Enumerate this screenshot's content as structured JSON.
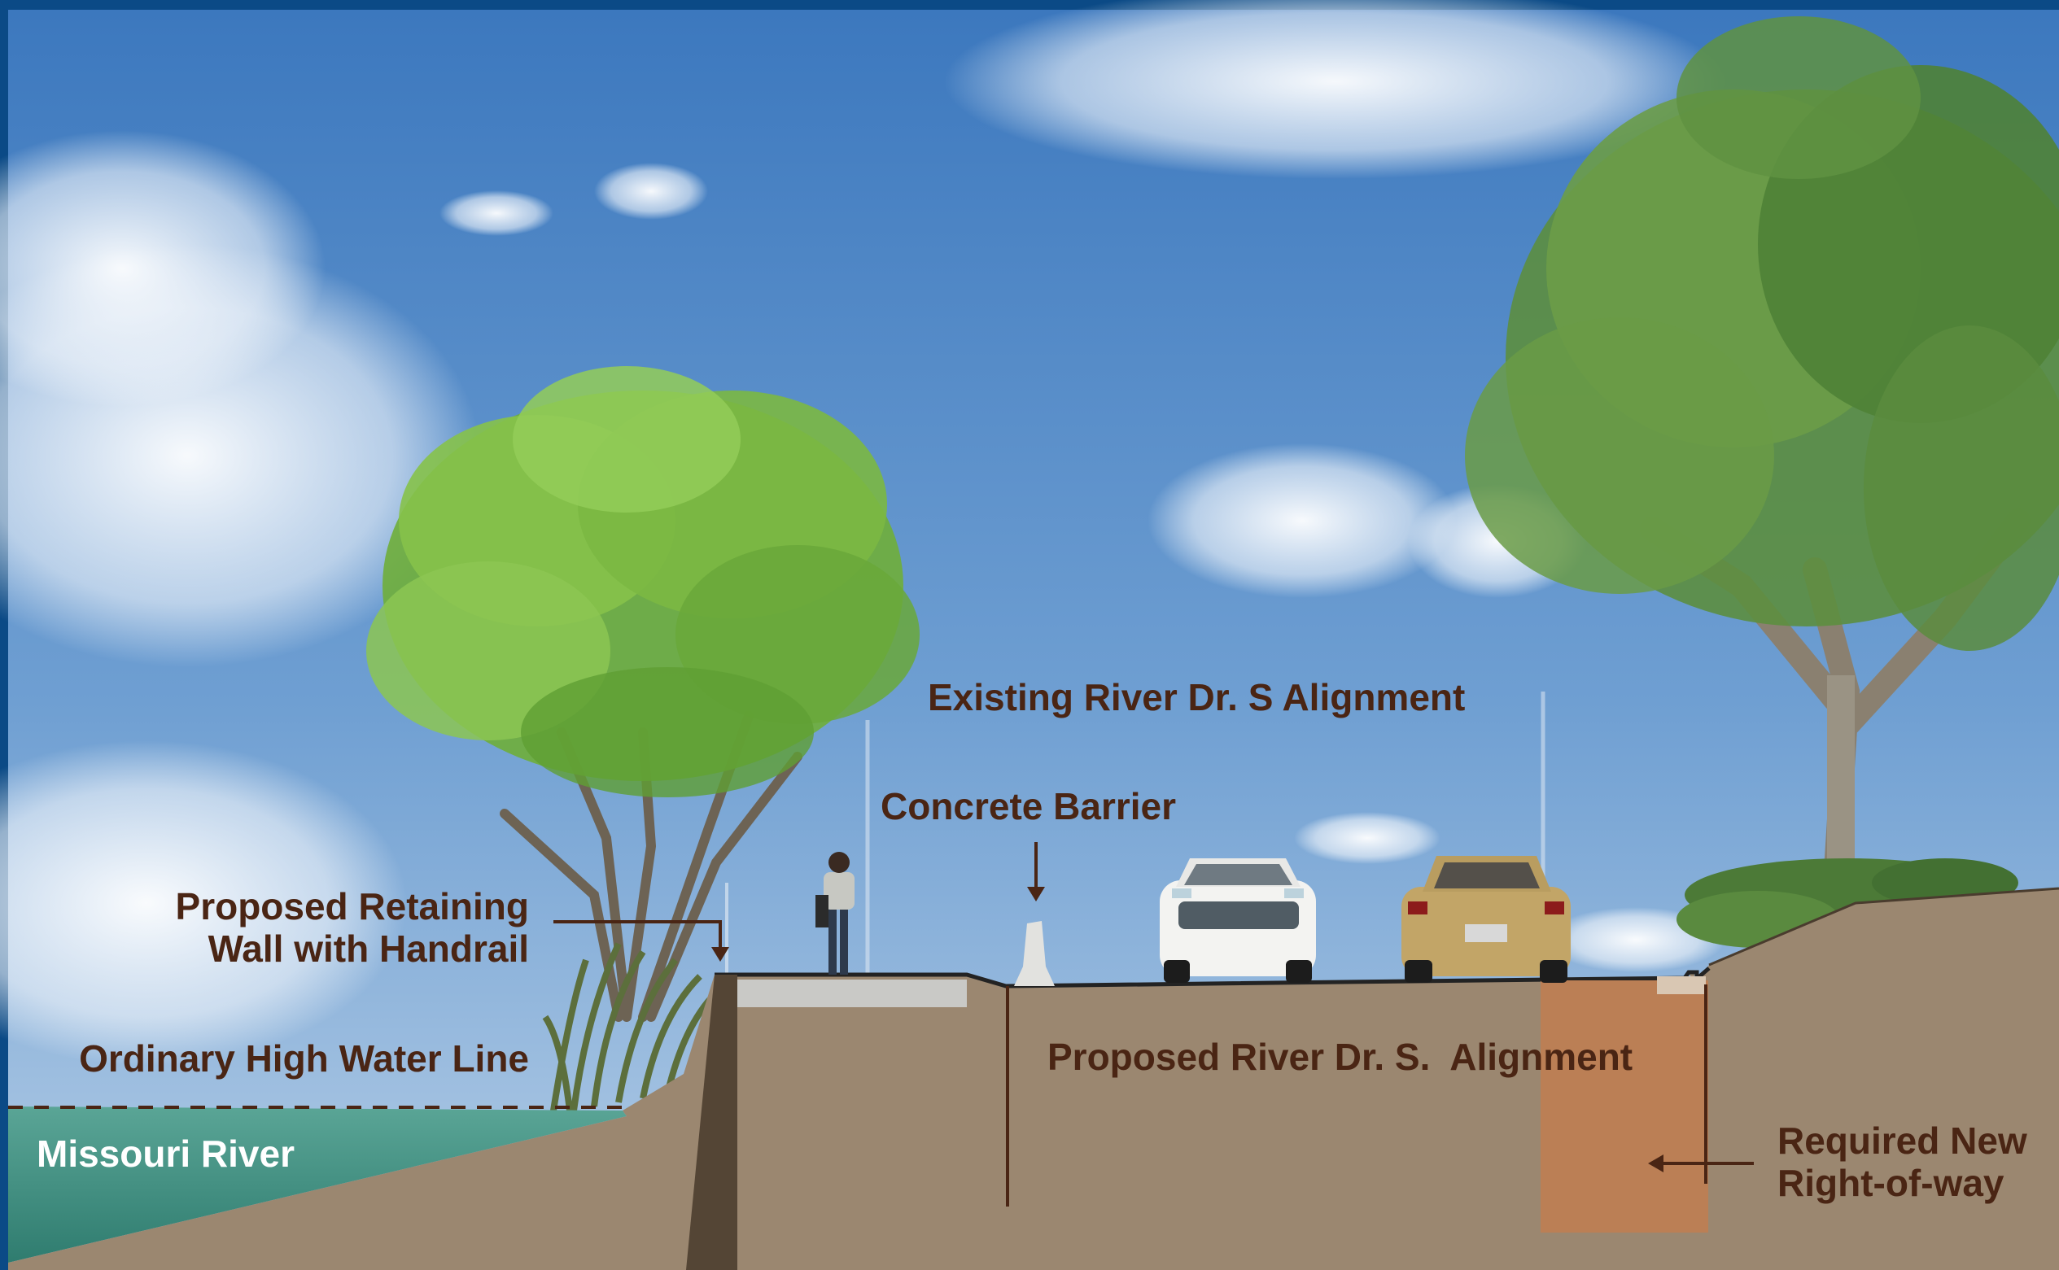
{
  "labels": {
    "existing_alignment": "Existing River Dr. S Alignment",
    "concrete_barrier": "Concrete Barrier",
    "retaining_wall_line1": "Proposed Retaining",
    "retaining_wall_line2": "Wall with Handrail",
    "high_water_line": "Ordinary High Water Line",
    "missouri_river": "Missouri River",
    "proposed_alignment": "Proposed River Dr. S.  Alignment",
    "new_row_line1": "Required New",
    "new_row_line2": "Right-of-way"
  },
  "colors": {
    "frame": "#0b4a86",
    "sky_top": "#3c78be",
    "sky_bottom": "#a9c7e3",
    "soil": "#9b8770",
    "wall": "#544535",
    "river": "#4e9c8d",
    "right_of_way": "#bb7f55",
    "annotation": "#4a2514"
  }
}
